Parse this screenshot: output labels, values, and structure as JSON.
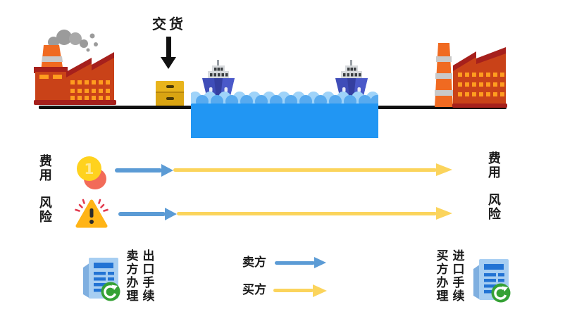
{
  "scene": {
    "delivery_label": "交货"
  },
  "flows": {
    "cost": {
      "label_left": "费用",
      "label_right": "费用"
    },
    "risk": {
      "label_left": "风险",
      "label_right": "风险"
    }
  },
  "coin_value": "1",
  "legend": {
    "seller_label": "卖方",
    "buyer_label": "买方"
  },
  "procedures": {
    "seller": {
      "column1": "卖方办理",
      "column2": "出口手续"
    },
    "buyer": {
      "column1": "买方办理",
      "column2": "进口手续"
    }
  },
  "colors": {
    "seller_arrow": "#5B9BD5",
    "buyer_arrow": "#FBD45C",
    "water": "#2196F3",
    "factory_body": "#C94218",
    "factory_roof": "#A6201C",
    "crate": "#D9A412",
    "coin": "#FFD21E",
    "warning": "#FFB416",
    "document": "#A7CEF2",
    "refresh_badge": "#35A135"
  },
  "icons": {
    "left_building": "factory-icon",
    "right_building": "factory-icon",
    "vessels": "cargo-ship-icon",
    "delivery_point": "down-arrow-icon",
    "goods": "crate-icon",
    "cost": "coin-icon",
    "risk": "warning-triangle-icon",
    "procedures": "document-refresh-icon"
  }
}
